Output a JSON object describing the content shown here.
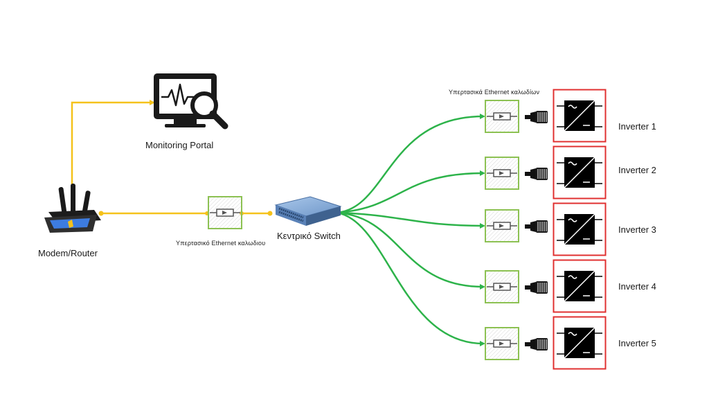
{
  "labels": {
    "monitoring_portal": "Monitoring Portal",
    "modem_router": "Modem/Router",
    "central_switch": "Κεντρικό Switch",
    "surge_single": "Υπερτασικό Ethernet καλωδιου",
    "surge_multi": "Υπερτασικά Ethernet καλωδίων"
  },
  "inverters": [
    {
      "label": "Inverter 1"
    },
    {
      "label": "Inverter 2"
    },
    {
      "label": "Inverter 3"
    },
    {
      "label": "Inverter 4"
    },
    {
      "label": "Inverter 5"
    }
  ],
  "colors": {
    "router_link": "#f5c21b",
    "switch_link": "#2db34a",
    "surge_border": "#8cc152",
    "inverter_border": "#e03030"
  }
}
